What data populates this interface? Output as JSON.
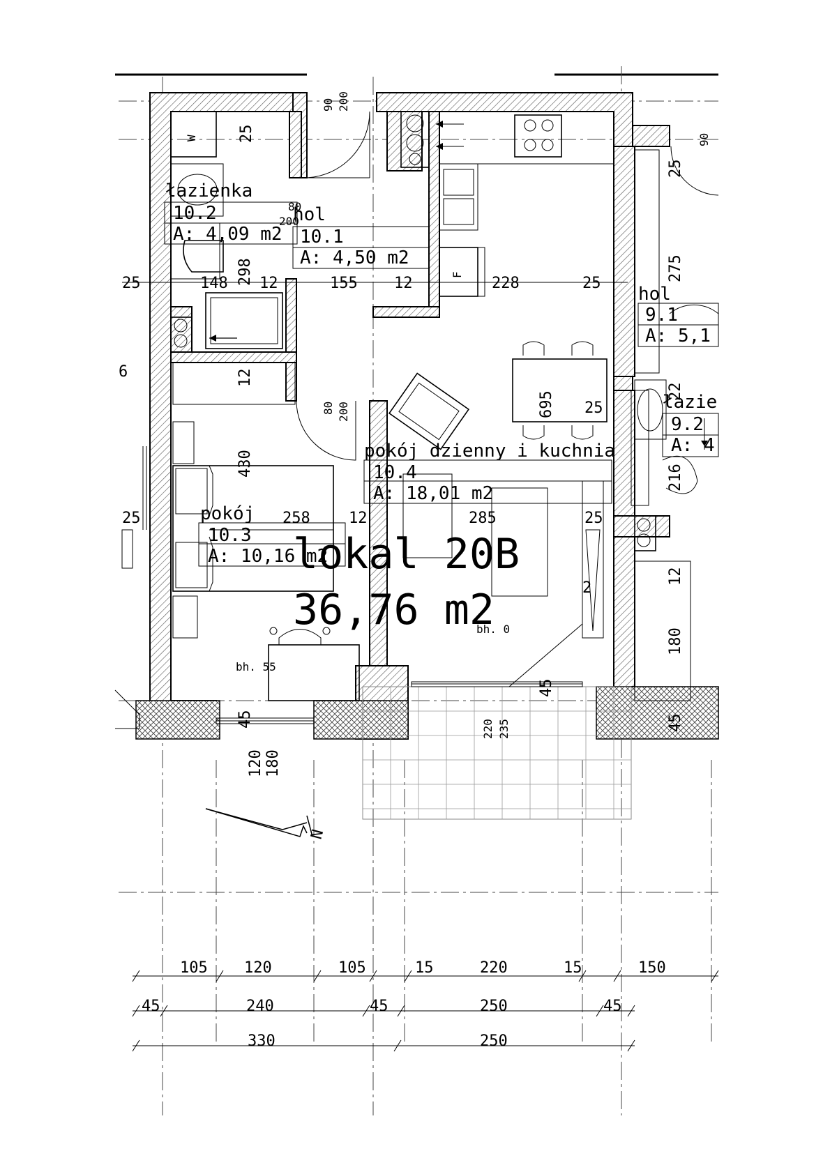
{
  "unit": {
    "name": "lokal 20B",
    "area": "36,76 m2"
  },
  "rooms": [
    {
      "name": "łazienka",
      "number": "10.2",
      "area": "A: 4,09 m2"
    },
    {
      "name": "hol",
      "number": "10.1",
      "area": "A: 4,50 m2"
    },
    {
      "name": "pokój dzienny i kuchnia",
      "number": "10.4",
      "area": "A: 18,01 m2"
    },
    {
      "name": "pokój",
      "number": "10.3",
      "area": "A: 10,16 m2"
    },
    {
      "name": "hol",
      "number": "9.1",
      "area": "A: 5,1"
    },
    {
      "name": "łazie",
      "number": "9.2",
      "area": "A: 4"
    }
  ],
  "sill_heights": [
    "bh. 55",
    "bh. 0"
  ],
  "dimensions": {
    "horizontal_row": [
      "25",
      "148",
      "12",
      "155",
      "12",
      "228",
      "25"
    ],
    "bottom_row1": [
      "105",
      "120",
      "105",
      "15",
      "220",
      "15",
      "150"
    ],
    "bottom_row2": [
      "45",
      "240",
      "45",
      "250",
      "45"
    ],
    "bottom_row3": [
      "330",
      "250"
    ],
    "vertical_left": [
      "25",
      "298",
      "12",
      "430",
      "45",
      "120",
      "180"
    ],
    "vertical_mid": [
      "695",
      "25",
      "220",
      "235",
      "45"
    ],
    "vertical_right": [
      "25",
      "275",
      "22",
      "216",
      "12",
      "180",
      "45",
      "90"
    ],
    "door_heights": [
      "90",
      "200",
      "80",
      "200",
      "80",
      "200"
    ],
    "misc": [
      "25",
      "258",
      "12",
      "285",
      "25",
      "25",
      "6",
      "2"
    ]
  },
  "appliance_labels": [
    "W",
    "F"
  ],
  "north_label": "N",
  "colors": {
    "line": "#000000",
    "hatch": "#555555",
    "background": "#ffffff"
  }
}
